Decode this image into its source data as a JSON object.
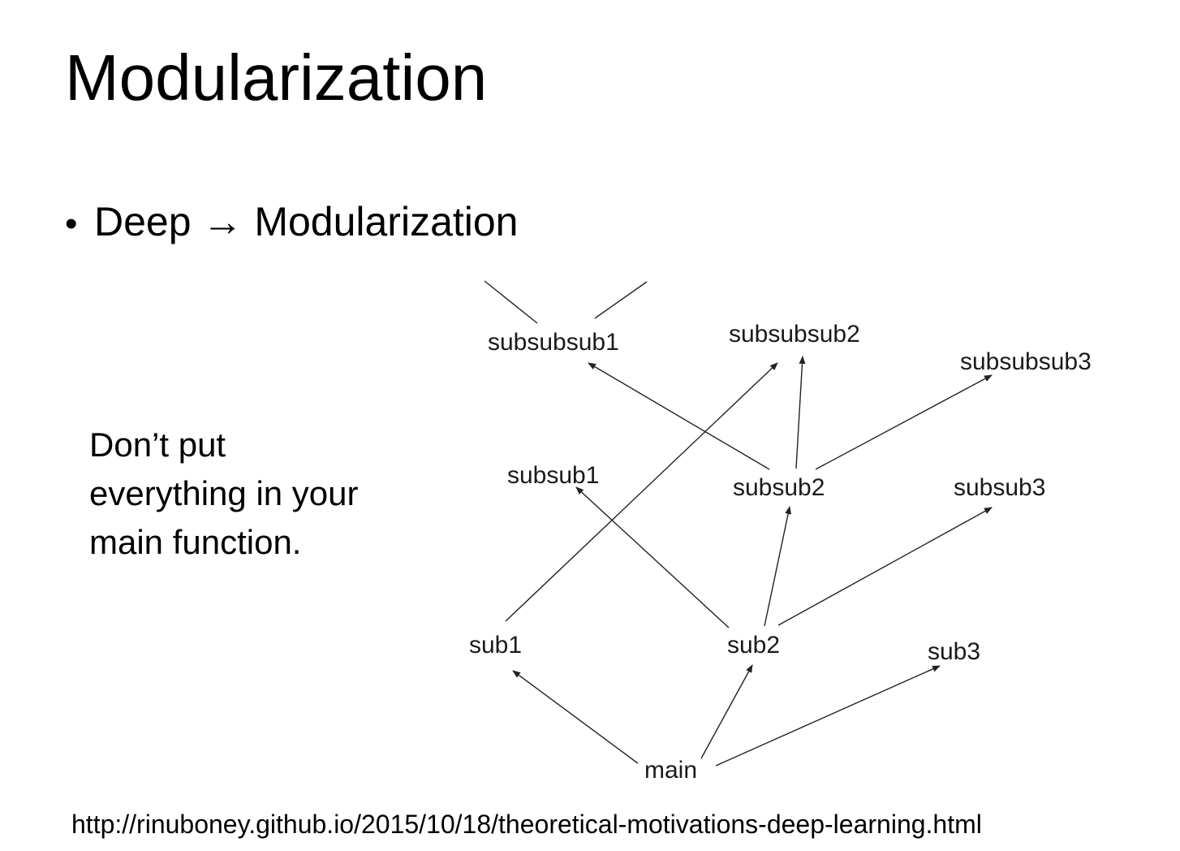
{
  "slide": {
    "title": "Modularization",
    "bullet": "Deep → Modularization",
    "note_lines": [
      "Don’t put",
      "everything in your",
      "main function."
    ],
    "source_url": "http://rinuboney.github.io/2015/10/18/theoretical-motivations-deep-learning.html"
  },
  "diagram": {
    "nodes": [
      {
        "id": "main",
        "label": "main"
      },
      {
        "id": "sub1",
        "label": "sub1"
      },
      {
        "id": "sub2",
        "label": "sub2"
      },
      {
        "id": "sub3",
        "label": "sub3"
      },
      {
        "id": "subsub1",
        "label": "subsub1"
      },
      {
        "id": "subsub2",
        "label": "subsub2"
      },
      {
        "id": "subsub3",
        "label": "subsub3"
      },
      {
        "id": "subsubsub1",
        "label": "subsubsub1"
      },
      {
        "id": "subsubsub2",
        "label": "subsubsub2"
      },
      {
        "id": "subsubsub3",
        "label": "subsubsub3"
      }
    ],
    "edges": [
      {
        "from": "main",
        "to": "sub1"
      },
      {
        "from": "main",
        "to": "sub2"
      },
      {
        "from": "main",
        "to": "sub3"
      },
      {
        "from": "sub1",
        "to": "subsubsub2"
      },
      {
        "from": "sub2",
        "to": "subsub1"
      },
      {
        "from": "sub2",
        "to": "subsub2"
      },
      {
        "from": "sub2",
        "to": "subsub3"
      },
      {
        "from": "subsub2",
        "to": "subsubsub1"
      },
      {
        "from": "subsub2",
        "to": "subsubsub2"
      },
      {
        "from": "subsub2",
        "to": "subsubsub3"
      }
    ],
    "colors": {
      "stroke": "#222222",
      "text": "#1a1a1a"
    }
  }
}
